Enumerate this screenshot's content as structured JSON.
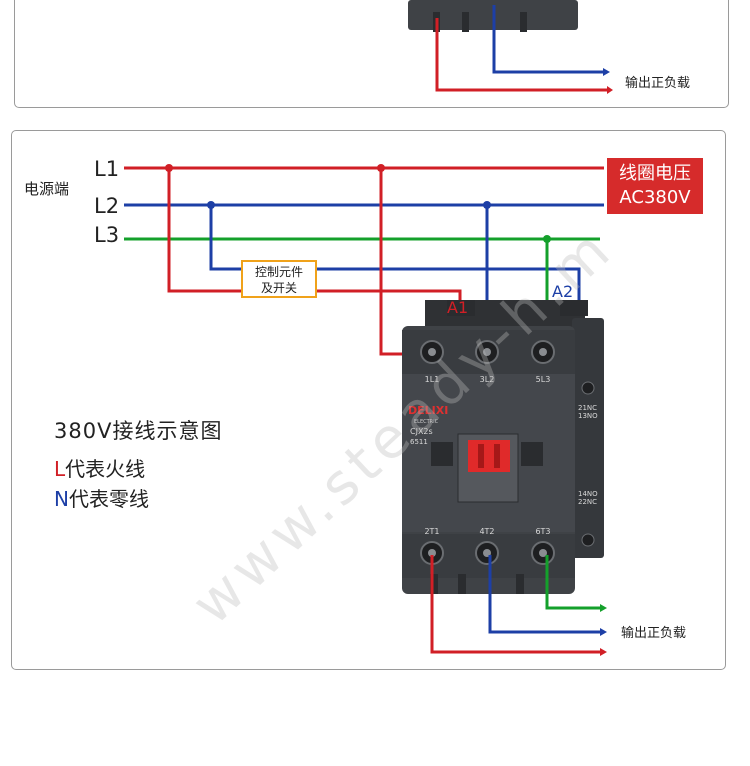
{
  "top_panel": {
    "output_label": "输出正负载"
  },
  "main_panel": {
    "source_label": "电源端",
    "lines": [
      "L1",
      "L2",
      "L3"
    ],
    "coil_voltage": {
      "line1": "线圈电压",
      "line2": "AC380V"
    },
    "control_box": {
      "line1": "控制元件",
      "line2": "及开关"
    },
    "coil_terminals": [
      "A1",
      "A2"
    ],
    "contactor": {
      "brand": "DELIXI",
      "brand_sub": "ELECTRIC",
      "model": "CJX2s",
      "model_no": "6511",
      "input_terminals": [
        "1L1",
        "3L2",
        "5L3"
      ],
      "output_terminals": [
        "2T1",
        "4T2",
        "6T3"
      ],
      "aux_top": [
        "21NC",
        "13NO"
      ],
      "aux_bottom": [
        "14NO",
        "22NC"
      ]
    },
    "title": "380V接线示意图",
    "legend": [
      {
        "letter": "L",
        "text": "代表火线"
      },
      {
        "letter": "N",
        "text": "代表零线"
      }
    ],
    "output_label": "输出正负载"
  },
  "colors": {
    "red": "#d11f26",
    "blue": "#1d3fa6",
    "green": "#14a02b",
    "orange": "#f0a21a",
    "device": "#3f4246"
  },
  "watermark": "www.steady-h.m"
}
